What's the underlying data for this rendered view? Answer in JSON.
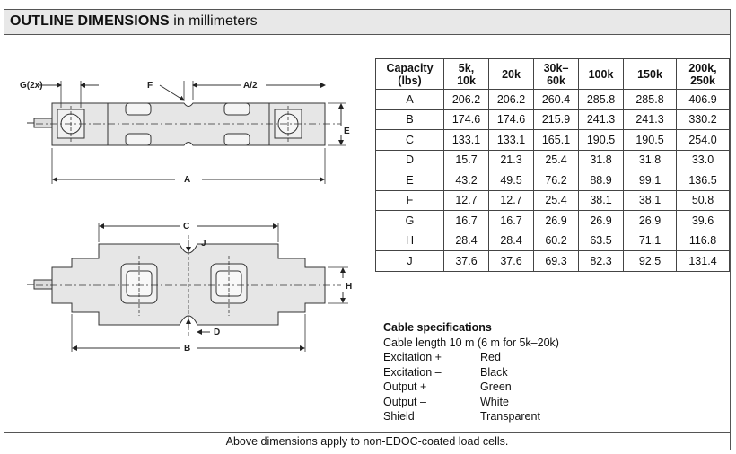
{
  "header": {
    "title_bold": "OUTLINE DIMENSIONS",
    "title_rest": " in millimeters"
  },
  "drawing": {
    "label_g2x": "G(2x)",
    "label_f": "F",
    "label_a2": "A/2",
    "label_e": "E",
    "label_a": "A",
    "label_c": "C",
    "label_j": "J",
    "label_h": "H",
    "label_d": "D",
    "label_b": "B"
  },
  "table": {
    "headers": [
      {
        "line1": "Capacity",
        "line2": "(lbs)"
      },
      {
        "line1": "5k,",
        "line2": "10k"
      },
      {
        "line1": "20k",
        "line2": ""
      },
      {
        "line1": "30k–",
        "line2": "60k"
      },
      {
        "line1": "100k",
        "line2": ""
      },
      {
        "line1": "150k",
        "line2": ""
      },
      {
        "line1": "200k,",
        "line2": "250k"
      }
    ],
    "rows": [
      [
        "A",
        "206.2",
        "206.2",
        "260.4",
        "285.8",
        "285.8",
        "406.9"
      ],
      [
        "B",
        "174.6",
        "174.6",
        "215.9",
        "241.3",
        "241.3",
        "330.2"
      ],
      [
        "C",
        "133.1",
        "133.1",
        "165.1",
        "190.5",
        "190.5",
        "254.0"
      ],
      [
        "D",
        "15.7",
        "21.3",
        "25.4",
        "31.8",
        "31.8",
        "33.0"
      ],
      [
        "E",
        "43.2",
        "49.5",
        "76.2",
        "88.9",
        "99.1",
        "136.5"
      ],
      [
        "F",
        "12.7",
        "12.7",
        "25.4",
        "38.1",
        "38.1",
        "50.8"
      ],
      [
        "G",
        "16.7",
        "16.7",
        "26.9",
        "26.9",
        "26.9",
        "39.6"
      ],
      [
        "H",
        "28.4",
        "28.4",
        "60.2",
        "63.5",
        "71.1",
        "116.8"
      ],
      [
        "J",
        "37.6",
        "37.6",
        "69.3",
        "82.3",
        "92.5",
        "131.4"
      ]
    ]
  },
  "cable": {
    "title": "Cable specifications",
    "length": "Cable length 10 m (6 m for 5k–20k)",
    "wires": [
      {
        "signal": "Excitation +",
        "color": "Red"
      },
      {
        "signal": "Excitation –",
        "color": "Black"
      },
      {
        "signal": "Output +",
        "color": "Green"
      },
      {
        "signal": "Output –",
        "color": "White"
      },
      {
        "signal": "Shield",
        "color": "Transparent"
      }
    ]
  },
  "footer": {
    "note": "Above dimensions apply to non-EDOC-coated load cells."
  }
}
